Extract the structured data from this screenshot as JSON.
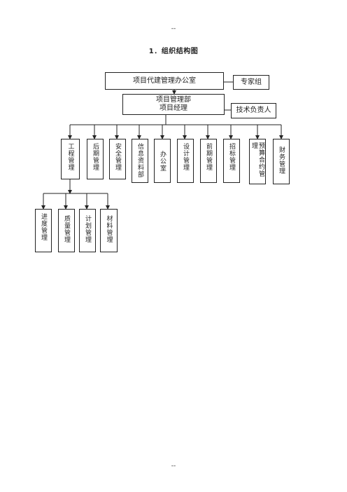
{
  "header_marker": "--",
  "footer_marker": "--",
  "title": "1．组织结构图",
  "top": {
    "office": "项目代建管理办公室",
    "expert_group": "专家组",
    "dept_line1": "项目管理部",
    "dept_line2": "项目经理",
    "tech_lead": "技术负责人"
  },
  "departments": [
    {
      "label": "工程管理"
    },
    {
      "label": "后期管理"
    },
    {
      "label": "安全管理"
    },
    {
      "label": "信息资料部"
    },
    {
      "label": "办公室"
    },
    {
      "label": "设计管理"
    },
    {
      "label": "前期管理"
    },
    {
      "label": "招标管理"
    },
    {
      "label": "预算合约管理"
    },
    {
      "label": "财务管理"
    }
  ],
  "sub_departments": [
    {
      "label": "进度管理"
    },
    {
      "label": "质量管理"
    },
    {
      "label": "计划管理"
    },
    {
      "label": "材料管理"
    }
  ]
}
